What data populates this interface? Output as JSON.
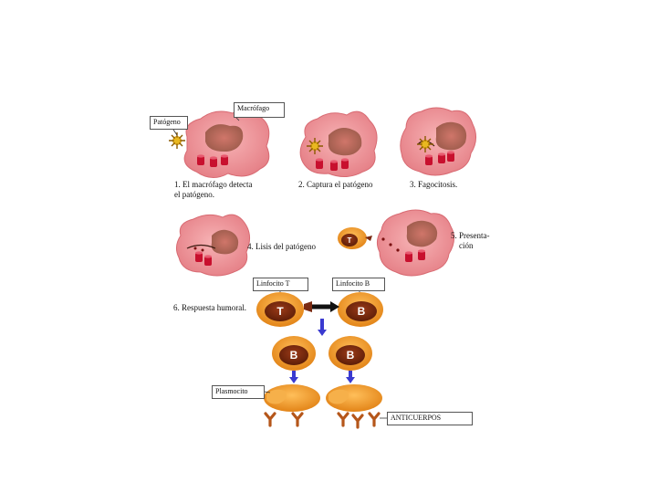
{
  "labels": {
    "macrofago": "Macrófago",
    "patogeno": "Patógeno",
    "linfocito_t": "Linfocito T",
    "linfocito_b": "Linfocito B",
    "plasmocito": "Plasmocito",
    "anticuerpos": "ANTICUERPOS"
  },
  "steps": {
    "s1_line1": "1. El macrófago detecta",
    "s1_line2": "el patógeno.",
    "s2": "2. Captura el patógeno",
    "s3": "3. Fagocitosis.",
    "s4": "4. Lisis del patógeno",
    "s5_line1": "5. Presenta-",
    "s5_line2": "ción",
    "s6": "6. Respuesta humoral."
  },
  "cell_letters": {
    "t": "T",
    "b": "B"
  },
  "colors": {
    "macrophage": "#f29a9e",
    "nucleus": "#b86a5a",
    "vesicle": "#c8102e",
    "lymphocyte": "#f59a2b",
    "nucleus_dark": "#7a2a12",
    "arrow_blue": "#3a3ad0",
    "antibody": "#b5561a"
  }
}
